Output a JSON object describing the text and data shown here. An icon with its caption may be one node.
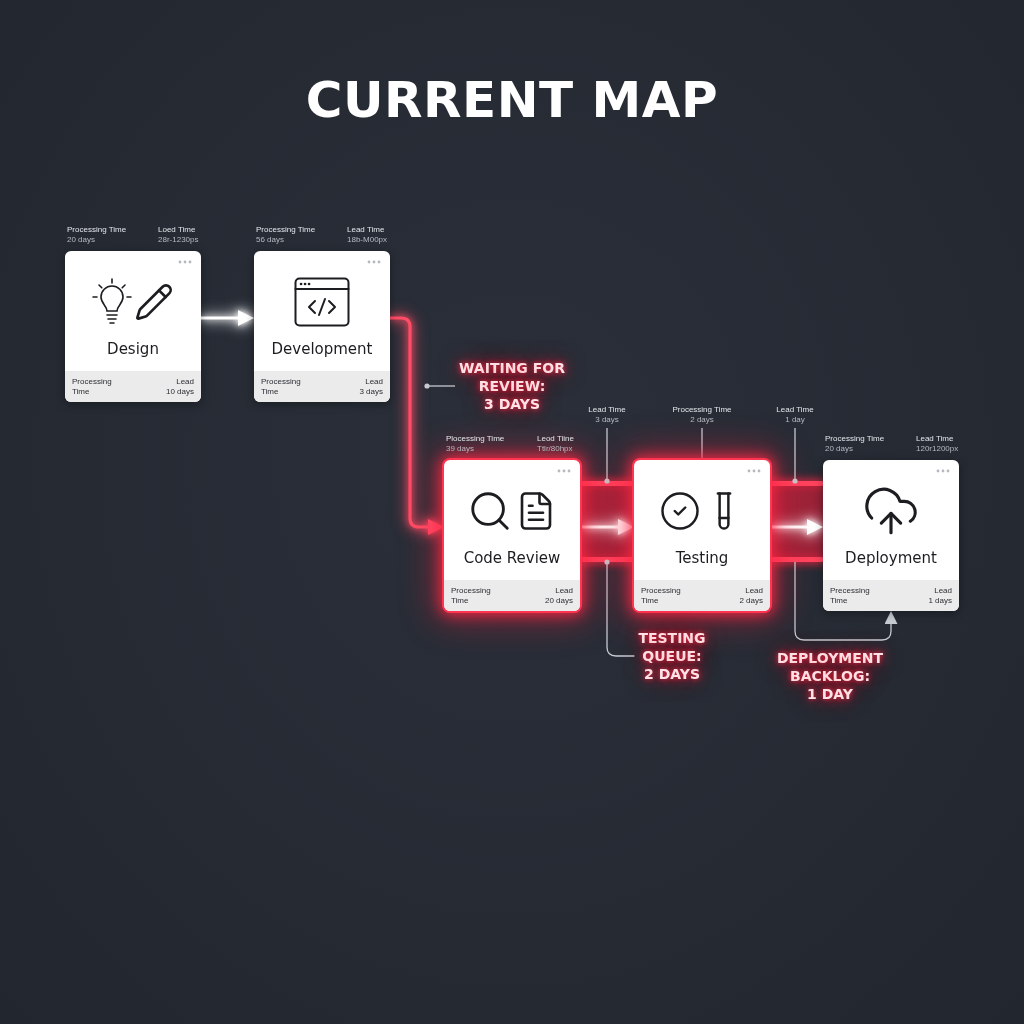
{
  "diagram": {
    "title": "CURRENT MAP",
    "nodes": [
      {
        "text": [
          "Design",
          "Processing Time",
          "Lead",
          "10 days"
        ],
        "beside": [
          "Processing Time",
          "20 days",
          "Loed Time",
          "28r-1230ps"
        ]
      },
      {
        "text": [
          "Development",
          "Processing Time",
          "Lead",
          "3 days"
        ],
        "beside": [
          "Processing Time",
          "56 days",
          "Lead Time",
          "18b-M00px"
        ]
      },
      {
        "text": [
          "Code Review",
          "Processing Time",
          "Lead",
          "20 days"
        ],
        "beside": [
          "Plocessing Time",
          "39 days",
          "Leod Tiine",
          "Ttlr/80hpx"
        ]
      },
      {
        "text": [
          "Testing",
          "Processing Time",
          "Lead",
          "2 days"
        ]
      },
      {
        "text": [
          "Deployment",
          "Precessing Time",
          "Lead",
          "1 days"
        ],
        "beside": [
          "Processing Time",
          "20 days",
          "Lead Time",
          "120r1200px"
        ]
      },
      {
        "text": [
          "WAITING FOR REVIEW: 3 DAYS"
        ]
      },
      {
        "text": [
          "Lead Time",
          "3 days"
        ]
      },
      {
        "text": [
          "Processing Time",
          "2 days"
        ]
      },
      {
        "text": [
          "Lead Time",
          "1 day"
        ]
      },
      {
        "text": [
          "TESTING QUEUE: 2 DAYS"
        ]
      },
      {
        "text": [],
        "shape": "bar"
      },
      {
        "text": [],
        "shape": "bar"
      },
      {
        "text": [],
        "shape": "bar"
      },
      {
        "text": [],
        "shape": "bar"
      }
    ],
    "edges": [
      {
        "from": 0,
        "to": 1,
        "arrow": "to",
        "style": "thick",
        "color": "#ffffff"
      },
      {
        "from": 1,
        "to": 2,
        "arrow": "to",
        "style": "thick",
        "color": "#ff4d67"
      },
      {
        "from": 2,
        "to": 3,
        "arrow": "to",
        "style": "thick",
        "color": "#ffffff"
      },
      {
        "from": 3,
        "to": 4,
        "arrow": "to",
        "style": "thick",
        "color": "#ffffff"
      },
      {
        "from": 5,
        "to": null,
        "arrow": "other"
      },
      {
        "from": 6,
        "to": 10,
        "arrow": "other"
      },
      {
        "from": 7,
        "to": 3,
        "arrow": "none"
      },
      {
        "from": 8,
        "to": 12,
        "arrow": "other"
      },
      {
        "from": 9,
        "to": 11,
        "arrow": "other"
      },
      {
        "from": 13,
        "to": 4,
        "arrow": "to",
        "label": "DEPLOYMENT BACKLOG: 1 DAY"
      }
    ]
  }
}
